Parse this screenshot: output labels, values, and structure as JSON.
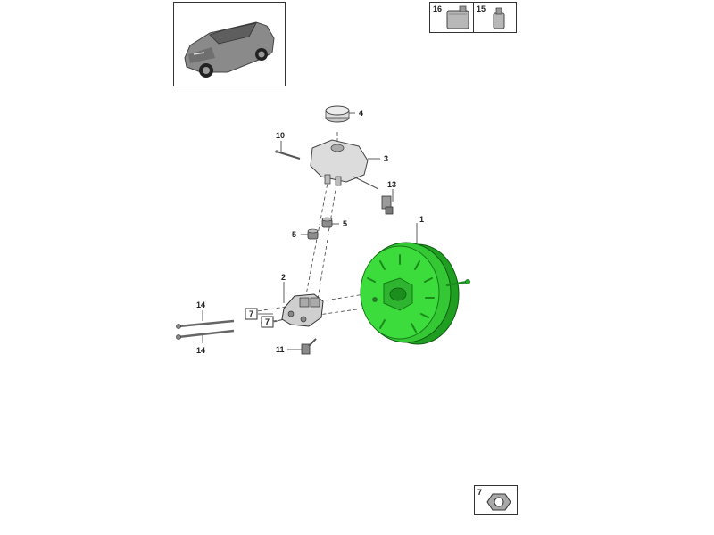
{
  "vehicle_thumbnail": {
    "icon": "suv-vehicle-icon"
  },
  "fluid_box": {
    "items": [
      {
        "number": "16",
        "icon": "fluid-canister-icon"
      },
      {
        "number": "15",
        "icon": "fluid-bottle-icon"
      }
    ]
  },
  "nut_box": {
    "number": "7",
    "icon": "hex-nut-icon"
  },
  "callouts": {
    "c1": "1",
    "c2": "2",
    "c3": "3",
    "c4": "4",
    "c5a": "5",
    "c5b": "5",
    "c7a": "7",
    "c7b": "7",
    "c10": "10",
    "c11": "11",
    "c13": "13",
    "c14a": "14",
    "c14b": "14"
  },
  "colors": {
    "booster_green": "#3ddc3d",
    "booster_dark": "#1f9e22",
    "line": "#333333"
  }
}
